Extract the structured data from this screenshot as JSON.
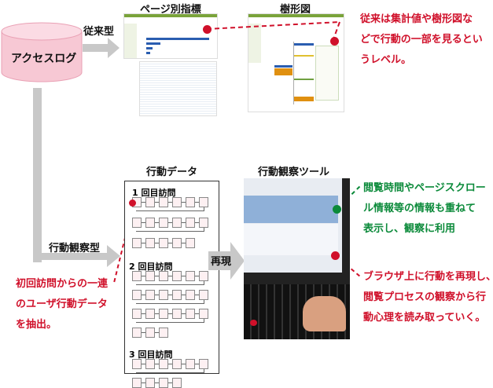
{
  "source": {
    "label": "アクセスログ"
  },
  "traditional": {
    "label": "従来型",
    "screenshot1_title": "ページ別指標",
    "screenshot2_title": "樹形図",
    "note": [
      "従来は集計値や樹形図な",
      "どで行動の一部を見るとい",
      "うレベル。"
    ]
  },
  "observation": {
    "label": "行動観察型",
    "data_title": "行動データ",
    "visits": [
      {
        "label": "1 回目訪問",
        "rows": [
          6,
          6,
          5
        ]
      },
      {
        "label": "2 回目訪問",
        "rows": [
          6,
          6,
          6,
          3
        ]
      },
      {
        "label": "3 回目訪問",
        "rows": [
          6,
          4
        ]
      }
    ],
    "left_note": [
      "初回訪問からの一連",
      "のユーザ行動データ",
      "を抽出。"
    ],
    "replay_label": "再現",
    "tool_title": "行動観察ツール",
    "green_note": [
      "閲覧時間やページスクロー",
      "ル情報等の情報も重ねて",
      "表示し、観察に利用"
    ],
    "red_note": [
      "ブラウザ上に行動を再現し、",
      "閲覧プロセスの観察から行",
      "動心理を読み取っていく。"
    ]
  },
  "colors": {
    "red": "#d0102a",
    "green": "#0b8a3a",
    "pink": "#f7c8d4",
    "arrow": "#c8c8c8"
  }
}
